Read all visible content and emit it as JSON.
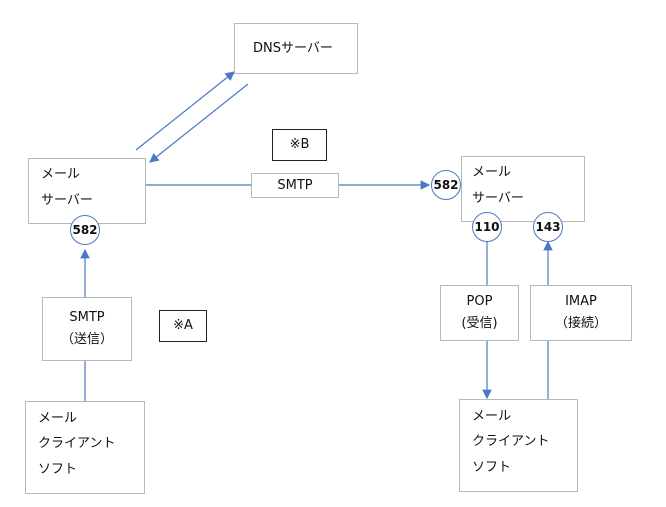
{
  "dns_server": {
    "label": "DNSサーバー"
  },
  "marker_b": {
    "label": "※B"
  },
  "marker_a": {
    "label": "※A"
  },
  "sender_mail_server": {
    "line1": "メール",
    "line2": "サーバー",
    "port": "582"
  },
  "receiver_mail_server": {
    "line1": "メール",
    "line2": "サーバー",
    "port_smtp": "582",
    "port_pop": "110",
    "port_imap": "143"
  },
  "smtp_link": {
    "label": "SMTP"
  },
  "smtp_send": {
    "line1": "SMTP",
    "line2": "（送信）"
  },
  "pop_box": {
    "line1": "POP",
    "line2": "(受信)"
  },
  "imap_box": {
    "line1": "IMAP",
    "line2": "（接続）"
  },
  "sender_client": {
    "line1": "メール",
    "line2": "クライアント",
    "line3": "ソフト"
  },
  "receiver_client": {
    "line1": "メール",
    "line2": "クライアント",
    "line3": "ソフト"
  },
  "colors": {
    "arrow": "#4a78c2",
    "box_border": "#b8b8b8",
    "marker_border": "#222222"
  }
}
